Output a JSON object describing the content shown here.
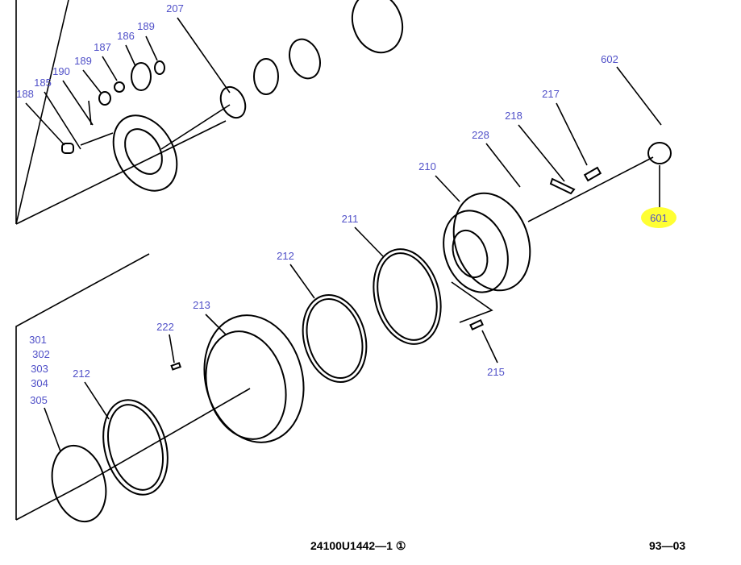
{
  "diagram": {
    "labels": {
      "l207": "207",
      "l189a": "189",
      "l186": "186",
      "l187": "187",
      "l189b": "189",
      "l190": "190",
      "l185": "185",
      "l188": "188",
      "l602": "602",
      "l217": "217",
      "l218": "218",
      "l228": "228",
      "l210": "210",
      "l601": "601",
      "l211": "211",
      "l212a": "212",
      "l213": "213",
      "l222": "222",
      "l301": "301",
      "l302": "302",
      "l303": "303",
      "l304": "304",
      "l305": "305",
      "l212b": "212",
      "l215": "215"
    },
    "highlighted_part": "601",
    "highlight_color": "#ffff33",
    "label_color": "#5050c8",
    "footer": {
      "drawing_number": "24100U1442—1 ①",
      "page": "93—03"
    }
  }
}
